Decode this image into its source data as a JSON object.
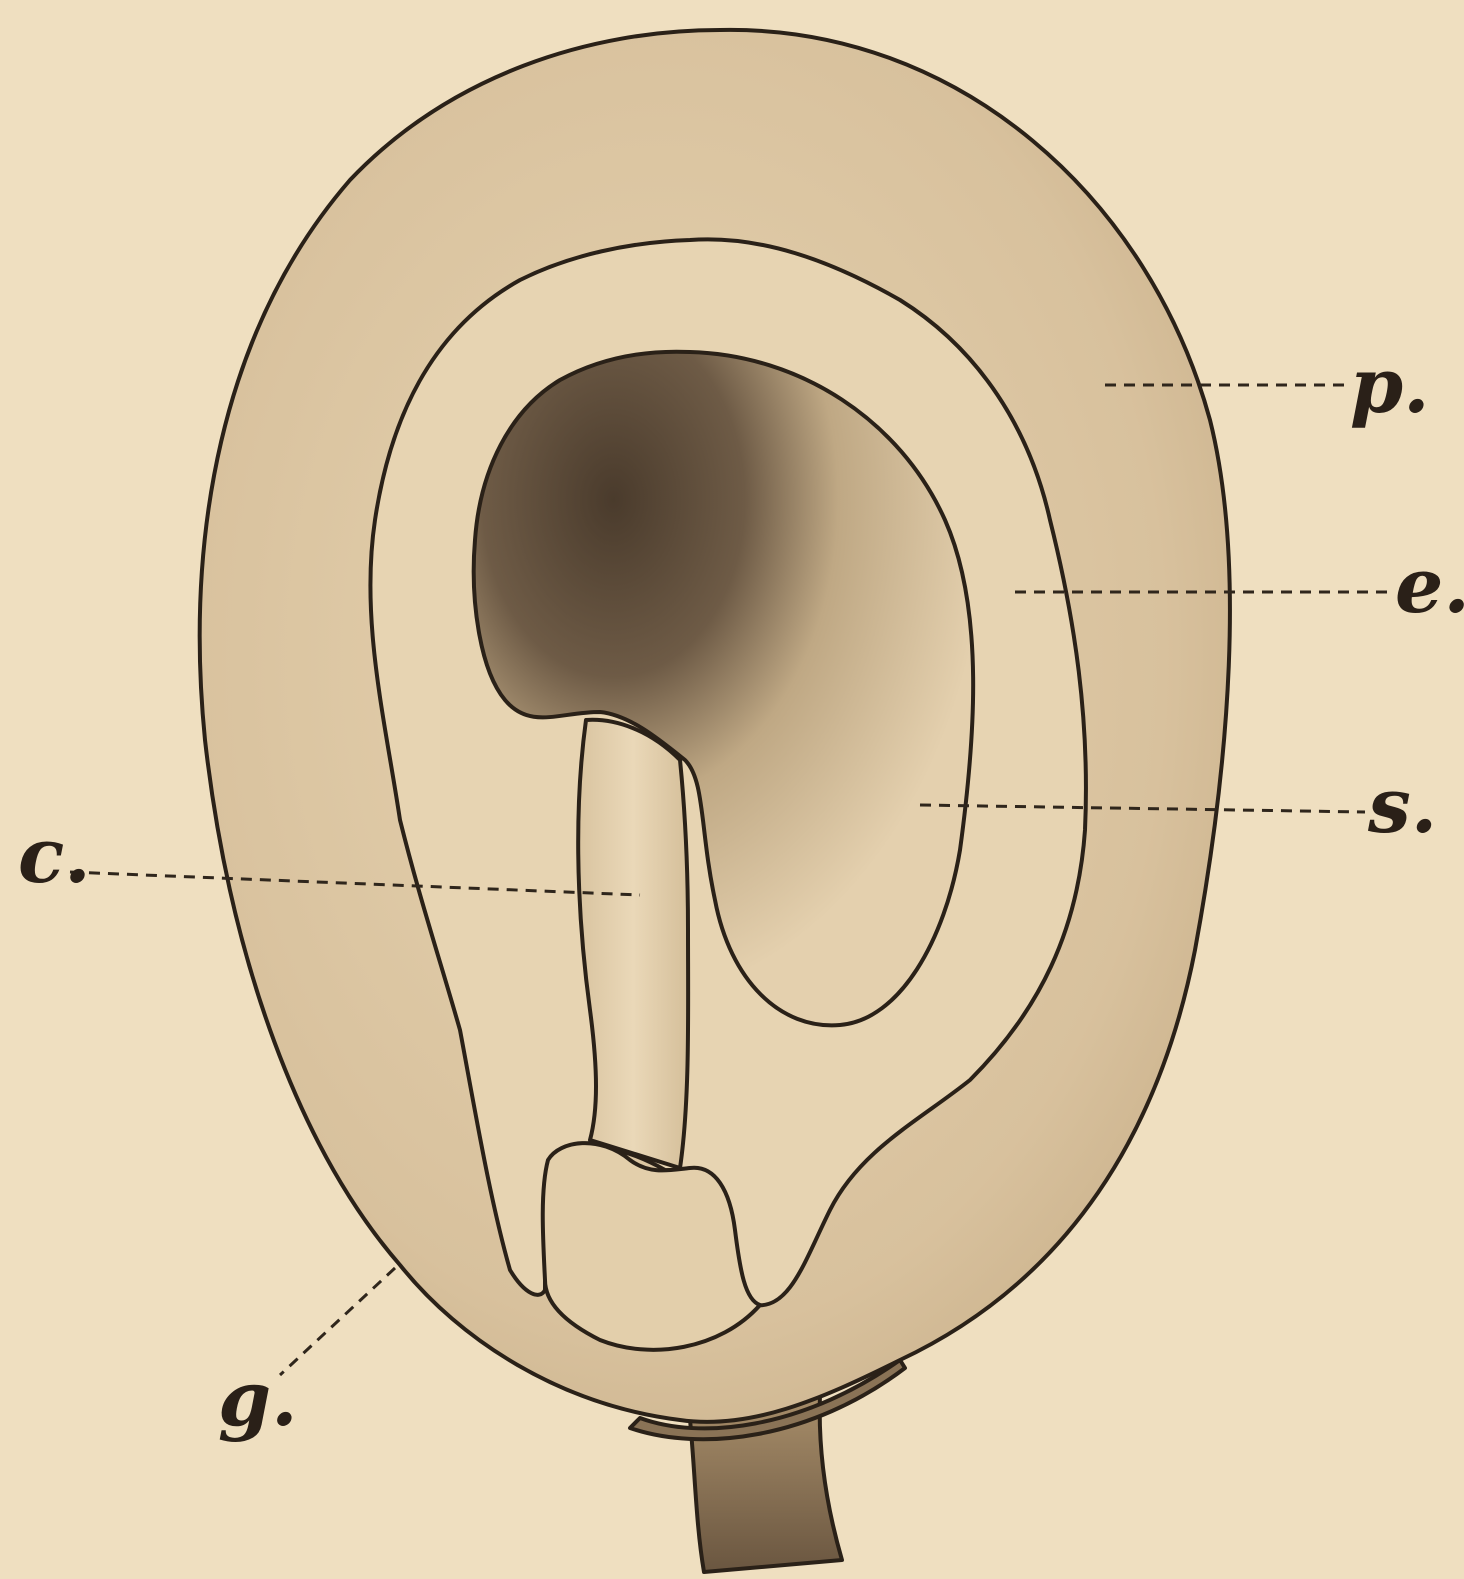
{
  "figure": {
    "labels": {
      "p": "p.",
      "e": "e.",
      "s": "s.",
      "c": "c.",
      "g": "g."
    }
  },
  "colors": {
    "paper": "#efdfc0",
    "seed_body": "#ddc7a3",
    "endosperm": "#e9d6b3",
    "embryo_dark": "#5e4c3a",
    "embryo_light": "#e3cfad",
    "ink": "#2a2118"
  }
}
